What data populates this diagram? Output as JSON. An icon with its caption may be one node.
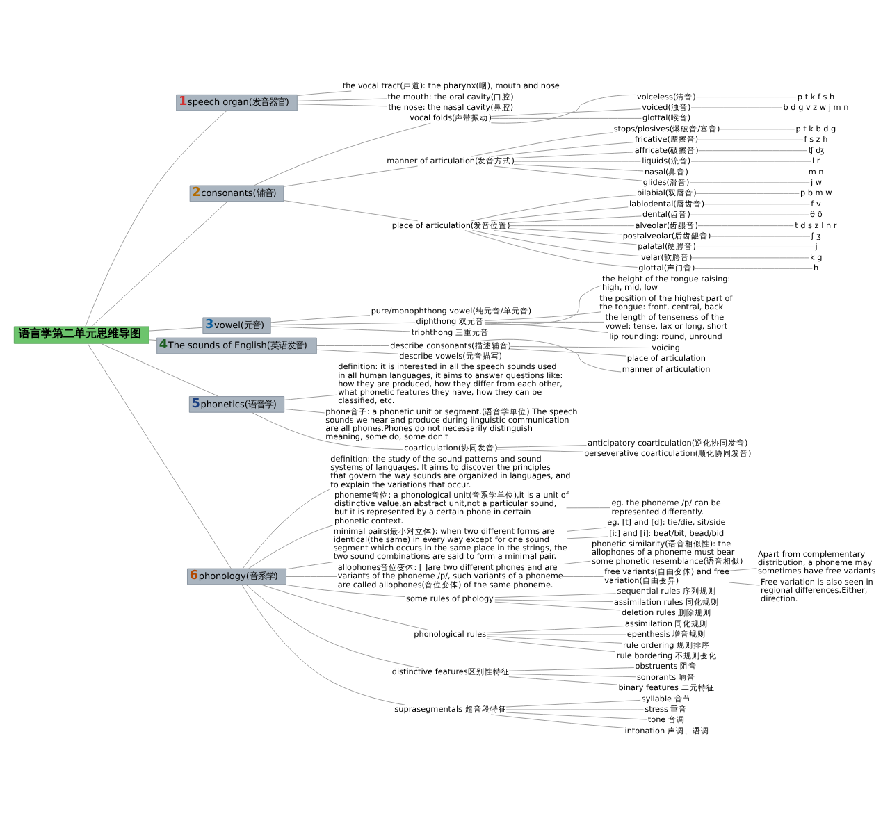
{
  "diagram": {
    "nodes": [
      {
        "text": [
          "语言学第二单元思维导图"
        ]
      },
      {
        "text": [
          "1",
          "speech organ(发音器官)"
        ]
      },
      {
        "text": [
          "the vocal tract(声道): the pharynx(咽), mouth and nose"
        ]
      },
      {
        "text": [
          "the mouth: the oral cavity(口腔)"
        ]
      },
      {
        "text": [
          "the nose: the nasal cavity(鼻腔)"
        ]
      },
      {
        "text": [
          "2",
          "consonants(辅音)"
        ]
      },
      {
        "text": [
          "vocal folds(声带振动)"
        ]
      },
      {
        "text": [
          "voiceless(清音)"
        ]
      },
      {
        "text": [
          "p t k f s h"
        ]
      },
      {
        "text": [
          "voiced(浊音)"
        ]
      },
      {
        "text": [
          "b d g v z w j m n"
        ]
      },
      {
        "text": [
          "glottal(喉音)"
        ]
      },
      {
        "text": [
          "manner of articulation(发音方式)"
        ]
      },
      {
        "text": [
          "stops/plosives(爆破音/塞音)"
        ]
      },
      {
        "text": [
          "p t k b d g"
        ]
      },
      {
        "text": [
          "fricative(摩擦音)"
        ]
      },
      {
        "text": [
          "f s z h"
        ]
      },
      {
        "text": [
          "affricate(破擦音)"
        ]
      },
      {
        "text": [
          "ʧ ʤ"
        ]
      },
      {
        "text": [
          "liquids(流音)"
        ]
      },
      {
        "text": [
          "l r"
        ]
      },
      {
        "text": [
          "nasal(鼻音)"
        ]
      },
      {
        "text": [
          "m n"
        ]
      },
      {
        "text": [
          "glides(滑音)"
        ]
      },
      {
        "text": [
          "j w"
        ]
      },
      {
        "text": [
          "place of articulation(发音位置)"
        ]
      },
      {
        "text": [
          "bilabial(双唇音)"
        ]
      },
      {
        "text": [
          "p b m w"
        ]
      },
      {
        "text": [
          "labiodental(唇齿音)"
        ]
      },
      {
        "text": [
          "f v"
        ]
      },
      {
        "text": [
          "dental(齿音)"
        ]
      },
      {
        "text": [
          "θ ð"
        ]
      },
      {
        "text": [
          "alveolar(齿龈音)"
        ]
      },
      {
        "text": [
          "t d s z l n r"
        ]
      },
      {
        "text": [
          "postalveolar(后齿龈音)"
        ]
      },
      {
        "text": [
          "ʃ ʒ"
        ]
      },
      {
        "text": [
          "palatal(硬腭音)"
        ]
      },
      {
        "text": [
          "j"
        ]
      },
      {
        "text": [
          "velar(软腭音)"
        ]
      },
      {
        "text": [
          "k g"
        ]
      },
      {
        "text": [
          "glottal(声门音)"
        ]
      },
      {
        "text": [
          "h"
        ]
      },
      {
        "text": [
          "3",
          "vowel(元音)"
        ]
      },
      {
        "text": [
          "pure/monophthong vowel(纯元音/单元音)"
        ]
      },
      {
        "text": [
          "diphthong 双元音"
        ]
      },
      {
        "text": [
          "the height of the tongue raising: high, mid, low"
        ]
      },
      {
        "text": [
          "the position of the highest part of the tongue: front, central, back"
        ]
      },
      {
        "text": [
          "the length of tenseness of the vowel: tense, lax or long, short"
        ]
      },
      {
        "text": [
          "lip rounding: round, unround"
        ]
      },
      {
        "text": [
          "triphthong 三重元音"
        ]
      },
      {
        "text": [
          "4",
          "The sounds of English(英语发音)"
        ]
      },
      {
        "text": [
          "describe consonants(描述辅音)"
        ]
      },
      {
        "text": [
          "voicing"
        ]
      },
      {
        "text": [
          "place of articulation"
        ]
      },
      {
        "text": [
          "manner of articulation"
        ]
      },
      {
        "text": [
          "describe vowels(元音描写)"
        ]
      },
      {
        "text": [
          "5",
          "phonetics(语音学)"
        ]
      },
      {
        "text": [
          "definition: it is interested in all the speech sounds used in all human languages, it aims to answer questions like: how they are produced, how they differ from each other, what phonetic features they have, how they can be classified, etc."
        ]
      },
      {
        "text": [
          "phone音子: a phonetic unit or segment.(语音学单位) The speech sounds we hear and produce during linguistic communication are all phones.Phones do not necessarily distinguish meaning, some do, some don't"
        ]
      },
      {
        "text": [
          "coarticulation(协同发音)"
        ]
      },
      {
        "text": [
          "anticipatory coarticulation(逆化协同发音)"
        ]
      },
      {
        "text": [
          "perseverative coarticulation(顺化协同发音)"
        ]
      },
      {
        "text": [
          "6",
          "phonology(音系学)"
        ]
      },
      {
        "text": [
          "definition: the study of the sound patterns and sound systems of languages. It aims to discover the principles that govern the way sounds are organized in languages, and to explain the variations that occur."
        ]
      },
      {
        "text": [
          "phoneme音位: a phonological unit(音系学单位),it is a unit of distinctive value,an abstract unit,not a particular sound, but it is represented by a certain phone in certain phonetic context."
        ]
      },
      {
        "text": [
          "eg. the phoneme /p/ can be represented differently."
        ]
      },
      {
        "text": [
          "minimal pairs(最小对立体): when two different forms are identical(the same) in every way except for one sound segment which occurs in the same place in the strings, the two sound combinations are said to form a minimal pair."
        ]
      },
      {
        "text": [
          "eg. [t] and [d]: tie/die, sit/side"
        ]
      },
      {
        "text": [
          "[i:] and [i]: beat/bit, bead/bid"
        ]
      },
      {
        "text": [
          "allophones音位变体: [ ]are two different phones and are variants of the phoneme /p/, such variants of a phoneme are called allophones(音位变体) of the same phoneme."
        ]
      },
      {
        "text": [
          "phonetic similarity(语音相似性): the allophones of a phoneme must bear some phonetic resemblance(语音相似)"
        ]
      },
      {
        "text": [
          "free variants(自由变体) and free variation(自由变异)"
        ]
      },
      {
        "text": [
          "Apart from complementary distribution, a phoneme may sometimes have free variants"
        ]
      },
      {
        "text": [
          "Free variation is also seen in regional differences.Either, direction."
        ]
      },
      {
        "text": [
          "some rules of phology"
        ]
      },
      {
        "text": [
          "sequential rules 序列规则"
        ]
      },
      {
        "text": [
          "assimilation rules 同化规则"
        ]
      },
      {
        "text": [
          "deletion rules 删除规则"
        ]
      },
      {
        "text": [
          "phonological rules"
        ]
      },
      {
        "text": [
          "assimilation 同化规则"
        ]
      },
      {
        "text": [
          "epenthesis 增音规则"
        ]
      },
      {
        "text": [
          "rule ordering 规则排序"
        ]
      },
      {
        "text": [
          "rule bordering 不规则变化"
        ]
      },
      {
        "text": [
          "distinctive features区别性特征"
        ]
      },
      {
        "text": [
          "obstruents 阻音"
        ]
      },
      {
        "text": [
          "sonorants 响音"
        ]
      },
      {
        "text": [
          "binary features 二元特征"
        ]
      },
      {
        "text": [
          "suprasegmentals 超音段特征"
        ]
      },
      {
        "text": [
          "syllable 音节"
        ]
      },
      {
        "text": [
          "stress 重音"
        ]
      },
      {
        "text": [
          "tone 音调"
        ]
      },
      {
        "text": [
          "intonation 声调、语调"
        ]
      }
    ],
    "edges": [
      {
        "from": 0,
        "to": 1,
        "arrow": "none"
      },
      {
        "from": 1,
        "to": 2,
        "arrow": "none"
      },
      {
        "from": 1,
        "to": 3,
        "arrow": "none"
      },
      {
        "from": 1,
        "to": 4,
        "arrow": "none"
      },
      {
        "from": 0,
        "to": 5,
        "arrow": "none"
      },
      {
        "from": 5,
        "to": 6,
        "arrow": "none"
      },
      {
        "from": 6,
        "to": 7,
        "arrow": "none"
      },
      {
        "from": 7,
        "to": 8,
        "arrow": "none"
      },
      {
        "from": 6,
        "to": 9,
        "arrow": "none"
      },
      {
        "from": 9,
        "to": 10,
        "arrow": "none"
      },
      {
        "from": 6,
        "to": 11,
        "arrow": "none"
      },
      {
        "from": 5,
        "to": 12,
        "arrow": "none"
      },
      {
        "from": 12,
        "to": 13,
        "arrow": "none"
      },
      {
        "from": 13,
        "to": 14,
        "arrow": "none"
      },
      {
        "from": 12,
        "to": 15,
        "arrow": "none"
      },
      {
        "from": 15,
        "to": 16,
        "arrow": "none"
      },
      {
        "from": 12,
        "to": 17,
        "arrow": "none"
      },
      {
        "from": 17,
        "to": 18,
        "arrow": "none"
      },
      {
        "from": 12,
        "to": 19,
        "arrow": "none"
      },
      {
        "from": 19,
        "to": 20,
        "arrow": "none"
      },
      {
        "from": 12,
        "to": 21,
        "arrow": "none"
      },
      {
        "from": 21,
        "to": 22,
        "arrow": "none"
      },
      {
        "from": 12,
        "to": 23,
        "arrow": "none"
      },
      {
        "from": 23,
        "to": 24,
        "arrow": "none"
      },
      {
        "from": 5,
        "to": 25,
        "arrow": "none"
      },
      {
        "from": 25,
        "to": 26,
        "arrow": "none"
      },
      {
        "from": 26,
        "to": 27,
        "arrow": "none"
      },
      {
        "from": 25,
        "to": 28,
        "arrow": "none"
      },
      {
        "from": 28,
        "to": 29,
        "arrow": "none"
      },
      {
        "from": 25,
        "to": 30,
        "arrow": "none"
      },
      {
        "from": 30,
        "to": 31,
        "arrow": "none"
      },
      {
        "from": 25,
        "to": 32,
        "arrow": "none"
      },
      {
        "from": 32,
        "to": 33,
        "arrow": "none"
      },
      {
        "from": 25,
        "to": 34,
        "arrow": "none"
      },
      {
        "from": 34,
        "to": 35,
        "arrow": "none"
      },
      {
        "from": 25,
        "to": 36,
        "arrow": "none"
      },
      {
        "from": 36,
        "to": 37,
        "arrow": "none"
      },
      {
        "from": 25,
        "to": 38,
        "arrow": "none"
      },
      {
        "from": 38,
        "to": 39,
        "arrow": "none"
      },
      {
        "from": 25,
        "to": 40,
        "arrow": "none"
      },
      {
        "from": 40,
        "to": 41,
        "arrow": "none"
      },
      {
        "from": 0,
        "to": 42,
        "arrow": "none"
      },
      {
        "from": 42,
        "to": 43,
        "arrow": "none"
      },
      {
        "from": 42,
        "to": 44,
        "arrow": "none"
      },
      {
        "from": 44,
        "to": 45,
        "arrow": "none"
      },
      {
        "from": 44,
        "to": 46,
        "arrow": "none"
      },
      {
        "from": 44,
        "to": 47,
        "arrow": "none"
      },
      {
        "from": 44,
        "to": 48,
        "arrow": "none"
      },
      {
        "from": 42,
        "to": 49,
        "arrow": "none"
      },
      {
        "from": 0,
        "to": 50,
        "arrow": "none"
      },
      {
        "from": 50,
        "to": 51,
        "arrow": "none"
      },
      {
        "from": 51,
        "to": 52,
        "arrow": "none"
      },
      {
        "from": 51,
        "to": 53,
        "arrow": "none"
      },
      {
        "from": 51,
        "to": 54,
        "arrow": "none"
      },
      {
        "from": 50,
        "to": 55,
        "arrow": "none"
      },
      {
        "from": 0,
        "to": 56,
        "arrow": "none"
      },
      {
        "from": 56,
        "to": 57,
        "arrow": "none"
      },
      {
        "from": 56,
        "to": 58,
        "arrow": "none"
      },
      {
        "from": 56,
        "to": 59,
        "arrow": "none"
      },
      {
        "from": 59,
        "to": 60,
        "arrow": "none"
      },
      {
        "from": 59,
        "to": 61,
        "arrow": "none"
      },
      {
        "from": 0,
        "to": 62,
        "arrow": "none"
      },
      {
        "from": 62,
        "to": 63,
        "arrow": "none"
      },
      {
        "from": 62,
        "to": 64,
        "arrow": "none"
      },
      {
        "from": 64,
        "to": 65,
        "arrow": "none"
      },
      {
        "from": 62,
        "to": 66,
        "arrow": "none"
      },
      {
        "from": 66,
        "to": 67,
        "arrow": "none"
      },
      {
        "from": 66,
        "to": 68,
        "arrow": "none"
      },
      {
        "from": 62,
        "to": 69,
        "arrow": "none"
      },
      {
        "from": 69,
        "to": 70,
        "arrow": "none"
      },
      {
        "from": 69,
        "to": 71,
        "arrow": "none"
      },
      {
        "from": 71,
        "to": 72,
        "arrow": "none"
      },
      {
        "from": 71,
        "to": 73,
        "arrow": "none"
      },
      {
        "from": 62,
        "to": 74,
        "arrow": "none"
      },
      {
        "from": 74,
        "to": 75,
        "arrow": "none"
      },
      {
        "from": 74,
        "to": 76,
        "arrow": "none"
      },
      {
        "from": 74,
        "to": 77,
        "arrow": "none"
      },
      {
        "from": 62,
        "to": 78,
        "arrow": "none"
      },
      {
        "from": 78,
        "to": 79,
        "arrow": "none"
      },
      {
        "from": 78,
        "to": 80,
        "arrow": "none"
      },
      {
        "from": 78,
        "to": 81,
        "arrow": "none"
      },
      {
        "from": 78,
        "to": 82,
        "arrow": "none"
      },
      {
        "from": 62,
        "to": 83,
        "arrow": "none"
      },
      {
        "from": 83,
        "to": 84,
        "arrow": "none"
      },
      {
        "from": 83,
        "to": 85,
        "arrow": "none"
      },
      {
        "from": 83,
        "to": 86,
        "arrow": "none"
      },
      {
        "from": 62,
        "to": 87,
        "arrow": "none"
      },
      {
        "from": 87,
        "to": 88,
        "arrow": "none"
      },
      {
        "from": 87,
        "to": 89,
        "arrow": "none"
      },
      {
        "from": 87,
        "to": 90,
        "arrow": "none"
      },
      {
        "from": 87,
        "to": 91,
        "arrow": "none"
      }
    ]
  }
}
